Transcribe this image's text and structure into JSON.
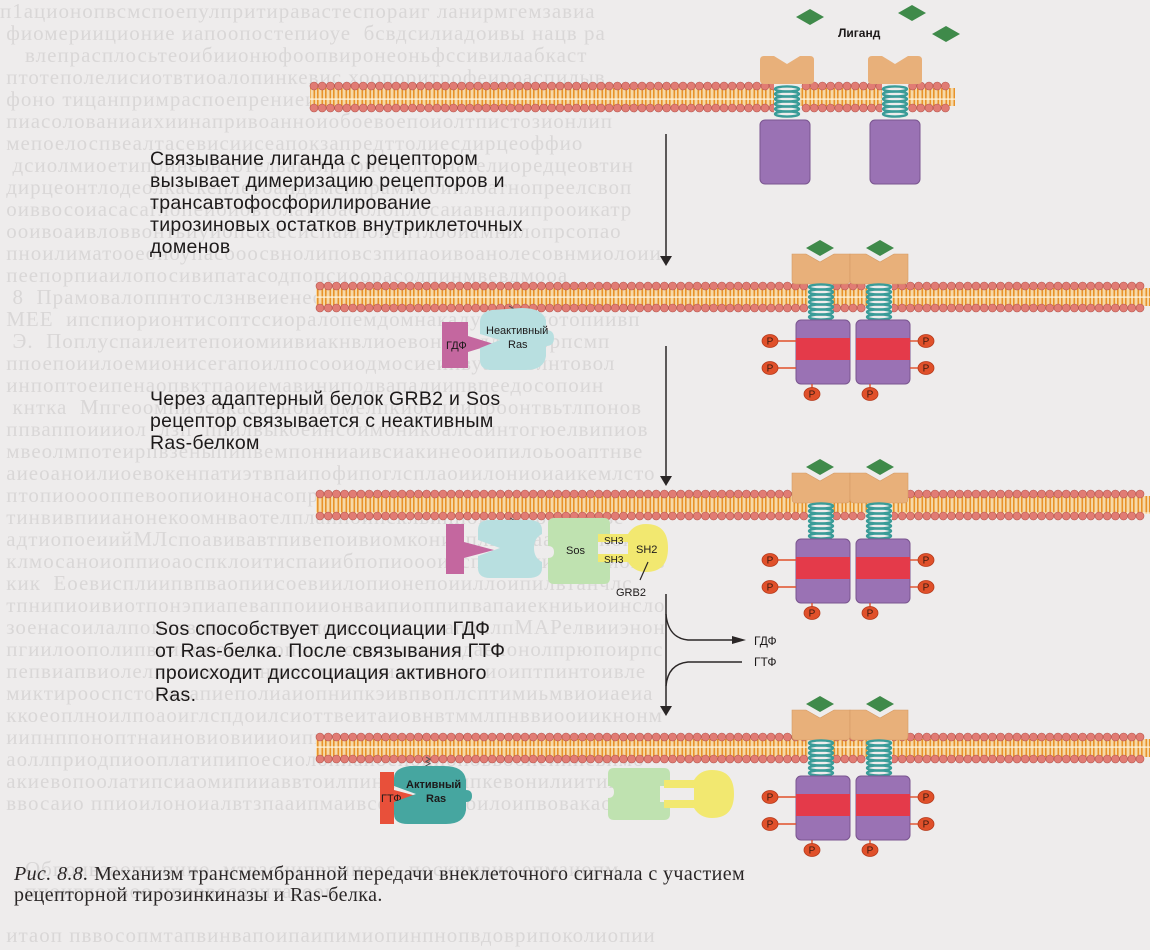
{
  "figure": {
    "title": "Механизм трансмембранной передачи внеклеточного сигнала с участием рецепторной тирозинкиназы и Ras-белка",
    "caption": {
      "ref": "Рис. 8.8.",
      "line1_rest": "Механизм трансмембранной передачи внеклеточного сигнала с участием",
      "line2": "рецепторной тирозинкиназы и Ras-белка."
    }
  },
  "steps": [
    {
      "lines": [
        "Связывание лиганда с рецептором",
        "вызывает димеризацию рецепторов и",
        "трансавтофосфорилирование",
        "тирозиновых остатков внутриклеточных",
        " доменов"
      ]
    },
    {
      "lines": [
        "Через адаптерный белок GRB2 и Sos",
        "рецептор связывается с неактивным",
        "Ras-белком"
      ]
    },
    {
      "lines": [
        "Sos способствует диссоциации ГДФ",
        "от Ras-белка. После связывания ГТФ",
        "происходит диссоциация активного",
        "Ras."
      ]
    }
  ],
  "labels": {
    "ligand": "Лиганд",
    "gdp": "ГДФ",
    "gtp": "ГТФ",
    "inactive_ras_line1": "Неактивный",
    "inactive_ras_line2": "Ras",
    "active_ras_line1": "Активный",
    "active_ras_line2": "Ras",
    "sos": "Sos",
    "sh3": "SH3",
    "sh2": "SH2",
    "grb2": "GRB2",
    "phosphate": "P",
    "gdp_out": "ГДФ",
    "gtp_in": "ГТФ"
  },
  "colors": {
    "ligand": "#3f8a4a",
    "receptor_extracellular": "#e8b07a",
    "transmembrane_helix": "#3a9c98",
    "kinase_domain": "#9a72b4",
    "kinase_band": "#e43a4a",
    "phosphate": "#e0502a",
    "gdp": "#c4679f",
    "gtp": "#e8503a",
    "inactive_ras": "#b8dfe0",
    "active_ras": "#46a6a0",
    "sos": "#bfe2b0",
    "grb2": "#f2e870",
    "lipid_head": "#e17c74",
    "lipid_tail": "#e89a2a"
  }
}
